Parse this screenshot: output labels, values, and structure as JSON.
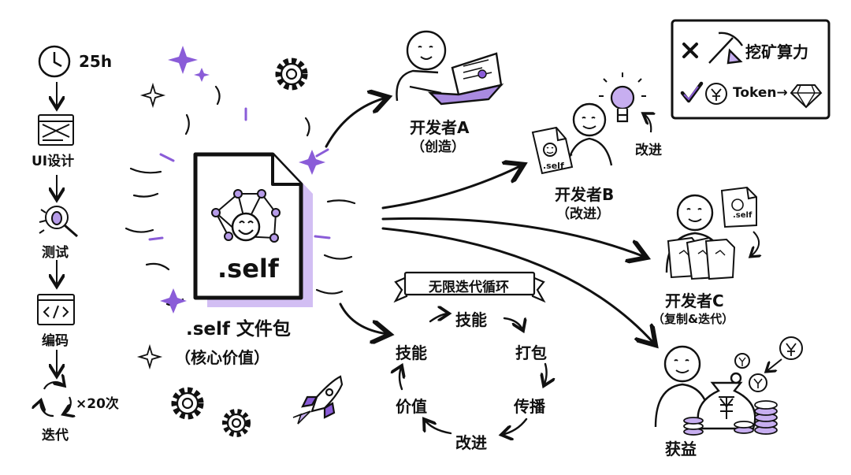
{
  "timeline": {
    "hours": "25h",
    "ui_design": "UI设计",
    "testing": "测试",
    "coding": "编码",
    "times": "×20次",
    "iterate": "迭代"
  },
  "core": {
    "file_label": ".self",
    "title": ".self 文件包",
    "subtitle": "（核心价值）"
  },
  "dev_a": {
    "name": "开发者A",
    "role": "（创造）"
  },
  "dev_b": {
    "name": "开发者B",
    "role": "（改进）",
    "improve": "改进",
    "file_label": ".self"
  },
  "dev_c": {
    "name": "开发者C",
    "role": "（复制&迭代）",
    "file_label": ".self"
  },
  "profit": {
    "label": "获益"
  },
  "legend": {
    "mining": "挖矿算力",
    "token": "Token→"
  },
  "cycle": {
    "banner": "无限迭代循环",
    "items": [
      "技能",
      "打包",
      "传播",
      "改进",
      "价值",
      "技能"
    ]
  },
  "colors": {
    "accent": "#8a5cd8",
    "ink": "#111111"
  }
}
